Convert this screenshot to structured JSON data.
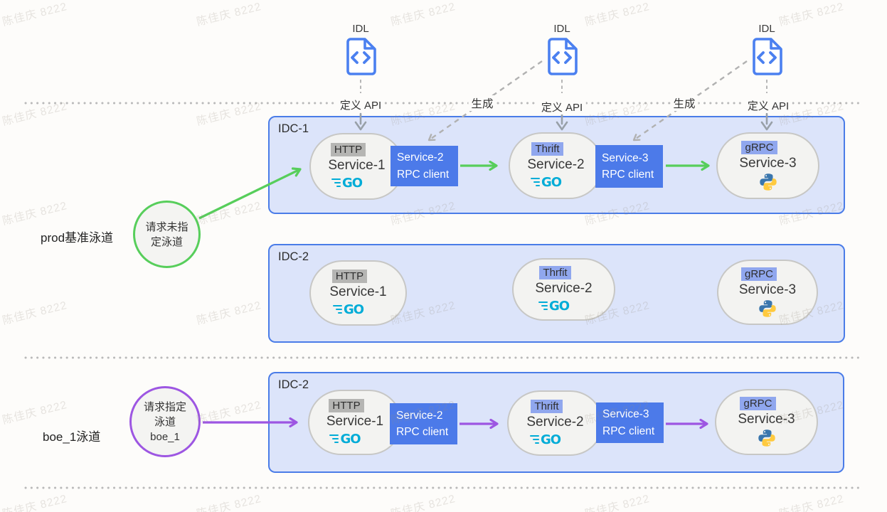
{
  "watermark": {
    "text": "陈佳庆 8222"
  },
  "idl": {
    "label": "IDL",
    "define_api": "定义 API",
    "generate": "生成"
  },
  "logos": {
    "go": "GO"
  },
  "lanes": {
    "prod": {
      "label": "prod基准泳道",
      "circle": {
        "line1": "请求未指",
        "line2": "定泳道"
      }
    },
    "boe": {
      "label": "boe_1泳道",
      "circle": {
        "line1": "请求指定",
        "line2": "泳道",
        "line3": "boe_1"
      }
    }
  },
  "idc1": {
    "name": "IDC-1",
    "services": [
      {
        "protocol": "HTTP",
        "name": "Service-1",
        "runtime": "go"
      },
      {
        "protocol": "Thrift",
        "name": "Service-2",
        "runtime": "go"
      },
      {
        "protocol": "gRPC",
        "name": "Service-3",
        "runtime": "python"
      }
    ],
    "rpc_clients": [
      {
        "line1": "Service-2",
        "line2": "RPC client"
      },
      {
        "line1": "Service-3",
        "line2": "RPC client"
      }
    ]
  },
  "idc2_prod": {
    "name": "IDC-2",
    "services": [
      {
        "protocol": "HTTP",
        "name": "Service-1",
        "runtime": "go"
      },
      {
        "protocol": "Thrfit",
        "name": "Service-2",
        "runtime": "go"
      },
      {
        "protocol": "gRPC",
        "name": "Service-3",
        "runtime": "python"
      }
    ]
  },
  "idc2_boe": {
    "name": "IDC-2",
    "services": [
      {
        "protocol": "HTTP",
        "name": "Service-1",
        "runtime": "go"
      },
      {
        "protocol": "Thrift",
        "name": "Service-2",
        "runtime": "go"
      },
      {
        "protocol": "gRPC",
        "name": "Service-3",
        "runtime": "python"
      }
    ],
    "rpc_clients": [
      {
        "line1": "Service-2",
        "line2": "RPC client"
      },
      {
        "line1": "Service-3",
        "line2": "RPC client"
      }
    ]
  },
  "colors": {
    "idc_border": "#4a7ce8",
    "idc_fill": "#dce4fa",
    "rpc_box": "#4c7ae9",
    "chip_gray": "#b5b5b3",
    "chip_blue": "#90a7ee",
    "arrow_green": "#57ce5b",
    "arrow_purple": "#9d56e2",
    "go_cyan": "#00acd7",
    "idl_blue": "#4b80f0"
  }
}
